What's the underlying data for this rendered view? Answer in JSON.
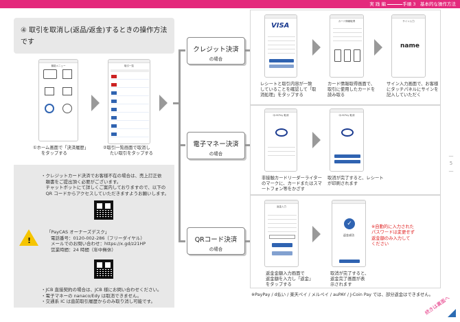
{
  "header": {
    "section": "実 践 編",
    "chapter": "手順 3　基本的な操作方法"
  },
  "title": {
    "line1": "④ 取引を取消し(返品/返金)するときの操作方法",
    "line2": "です"
  },
  "left_flow": {
    "caption1_line1": "①ホーム画面で「決済履歴」",
    "caption1_line2": "をタップする",
    "caption2_line1": "②取引一覧画面で取消し",
    "caption2_line2": "たい取引をタップする",
    "phone1_title": "機能メニュー",
    "phone2_title": "取引一覧"
  },
  "methods": {
    "credit": {
      "name": "クレジット決済",
      "sub": "の場合"
    },
    "emoney": {
      "name": "電子マネー決済",
      "sub": "の場合"
    },
    "qr": {
      "name": "QRコード決済",
      "sub": "の場合"
    }
  },
  "credit_steps": {
    "cap1": [
      "レシートと取引内容が一致",
      "していることを確認して「取",
      "消処理」をタップする"
    ],
    "cap2": [
      "カード情報取得画面で、",
      "取引に使用したカードを",
      "読み取る"
    ],
    "cap3": [
      "サイン入力画面で、お客様",
      "にタッチパネルにサインを",
      "記入していただく"
    ],
    "screen2_title": "カード情報取得",
    "screen3_title": "サイン入力",
    "sign_text": "name",
    "brand": "VISA"
  },
  "emoney_steps": {
    "cap1": [
      "非接触カードリーダーライター",
      "のマークに、カードまたはスマ",
      "ートフォン等をかざす"
    ],
    "cap2": [
      "取消が完了すると、レシート",
      "が印刷されます"
    ],
    "screen_title": "QUICPay 取消"
  },
  "qr_steps": {
    "cap1": [
      "返金金額入力画面で",
      "返金額を入力し「返金」",
      "をタップする"
    ],
    "cap2": [
      "取消が完了すると、",
      "返金完了画面が表",
      "示されます"
    ],
    "screen1_title": "返金入力",
    "screen2_text": "返金成功",
    "red_note": [
      "※自動的に入力された",
      "パスワードは変更せず",
      "返金額のみ入力して",
      "ください"
    ]
  },
  "notes": {
    "para1": [
      "・クレジットカード決済でお客様不在の場合は、売上訂正依",
      "　頼書をご提出頂く必要がございます。",
      "　チャットボットにて詳しくご案内しておりますので、以下の",
      "　QR コードからアクセスしていただきますようお願いします。"
    ],
    "contact": [
      "「PayCAS オーナーズデスク」",
      "電話番号：0120-002-286（フリーダイヤル）",
      "メールでのお問い合わせ：https://x.gd/z21HP",
      "営業時間：24 時間（年中無休）"
    ],
    "para2": [
      "・JCB 直接契約の場合は、JCB 様にお問い合わせください。",
      "・電子マネーの nanaco/Edy は取消できません。",
      "・交通系 IC は直前取引履歴からのみ取り消し可能です。"
    ]
  },
  "footnote": "※PayPay / d払い / 楽天ペイ / メルペイ / auPAY / J-Coin Pay では、部分返金はできません。",
  "page_number": "5",
  "next_label": "続きは裏面へ"
}
